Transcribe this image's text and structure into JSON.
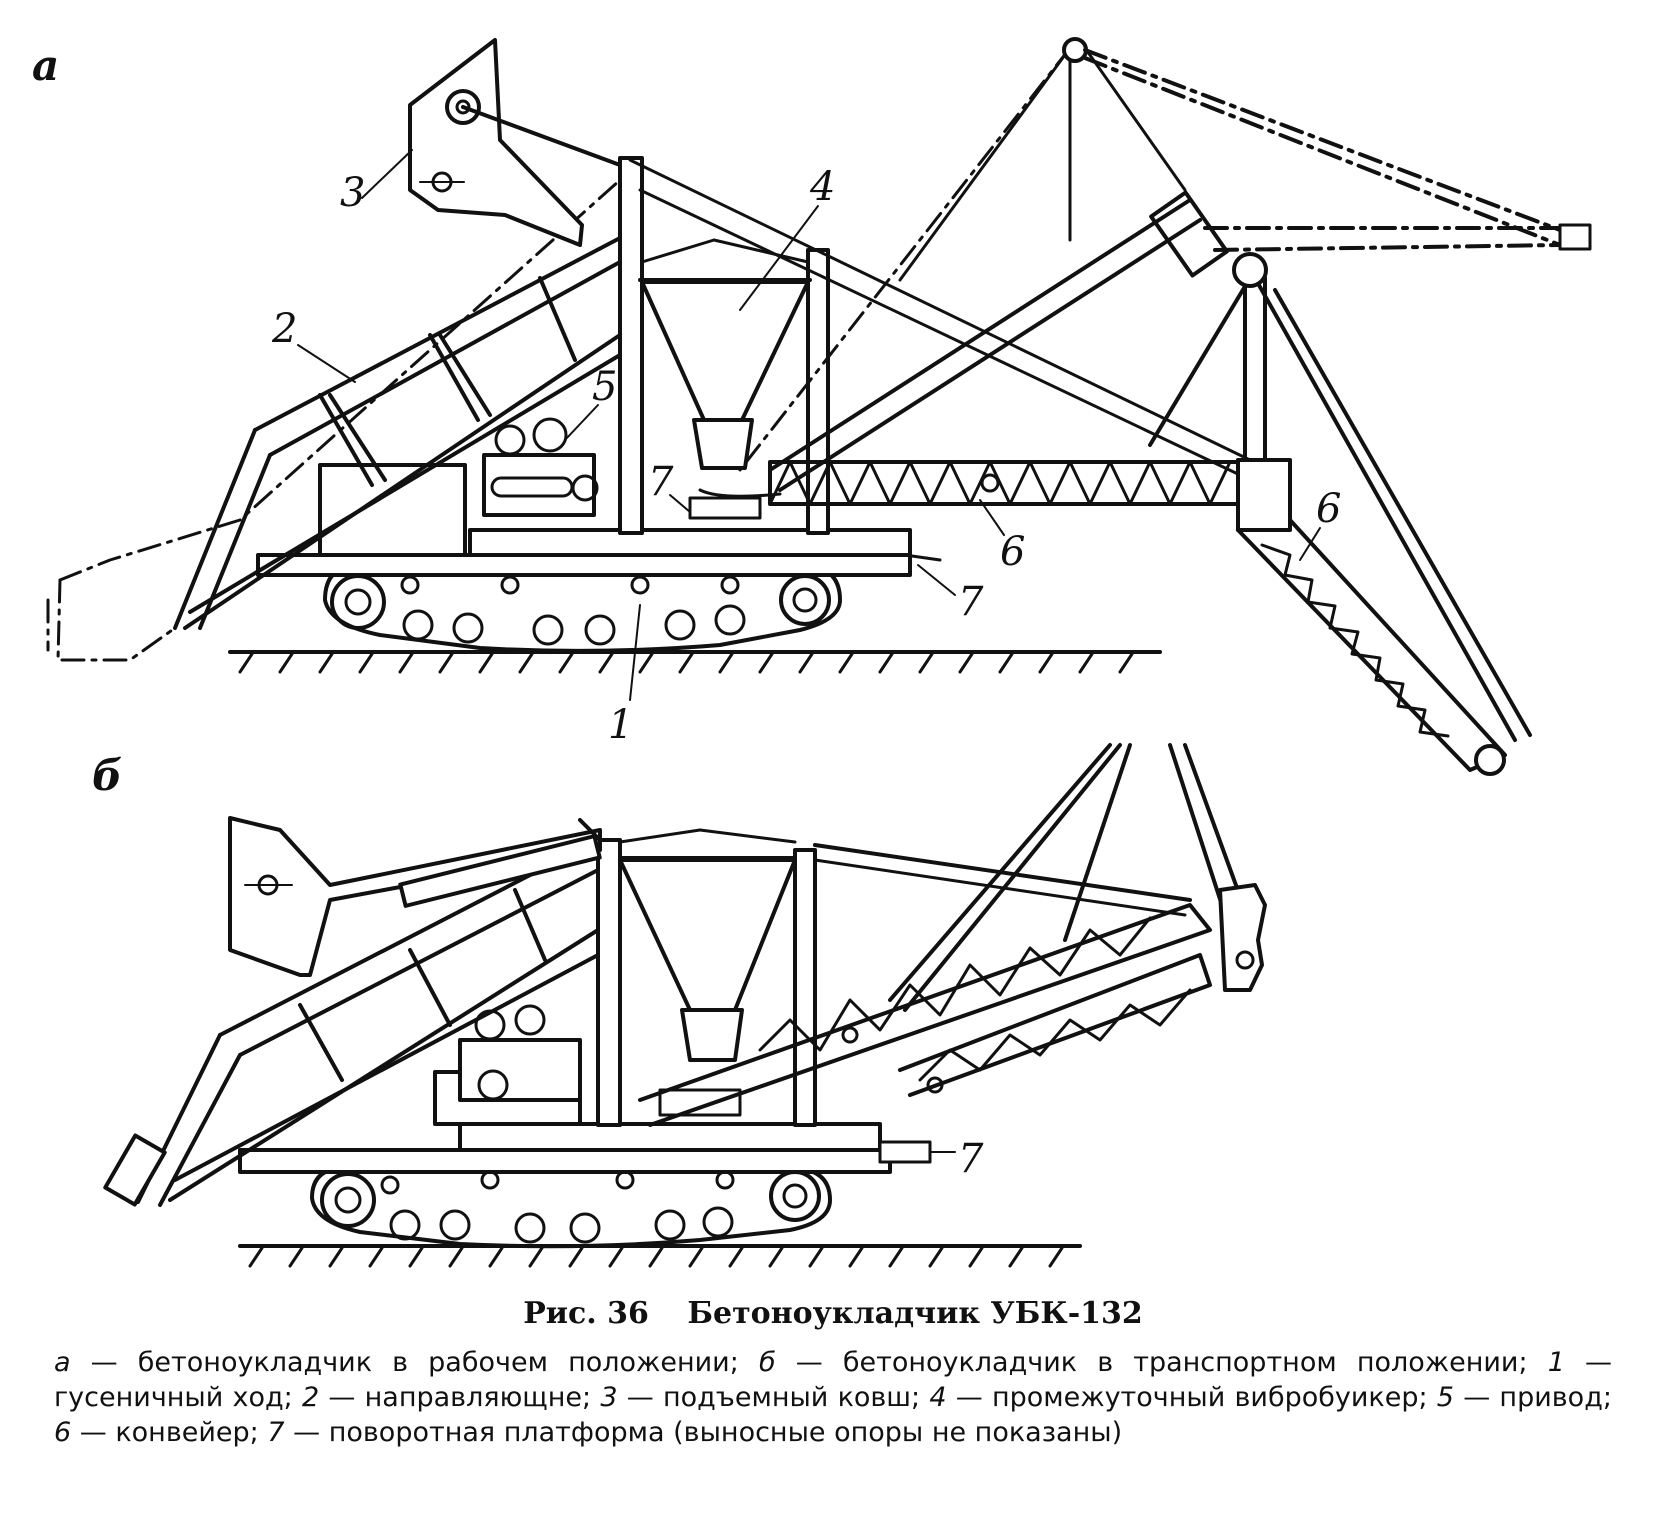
{
  "panels": {
    "a": "а",
    "b": "б"
  },
  "labels_a": [
    "1",
    "2",
    "3",
    "4",
    "5",
    "6",
    "6",
    "7",
    "7"
  ],
  "labels_b": [
    "7"
  ],
  "caption": {
    "fig_label": "Рис. 36",
    "title": "Бетоноукладчик УБК-132",
    "legend": [
      {
        "key": "а",
        "text": "бетоноукладчик в рабочем положении;"
      },
      {
        "key": "б",
        "text": "бетоноукладчик в транспортном положении;"
      },
      {
        "key": "1",
        "text": "гусеничный ход;"
      },
      {
        "key": "2",
        "text": "направляющне;"
      },
      {
        "key": "3",
        "text": "подъемный ковш;"
      },
      {
        "key": "4",
        "text": "промежуточный вибробуикер;"
      },
      {
        "key": "5",
        "text": "привод;"
      },
      {
        "key": "6",
        "text": "конвейер;"
      },
      {
        "key": "7",
        "text": "поворотная платформа (выносные опоры не показаны)"
      }
    ]
  }
}
